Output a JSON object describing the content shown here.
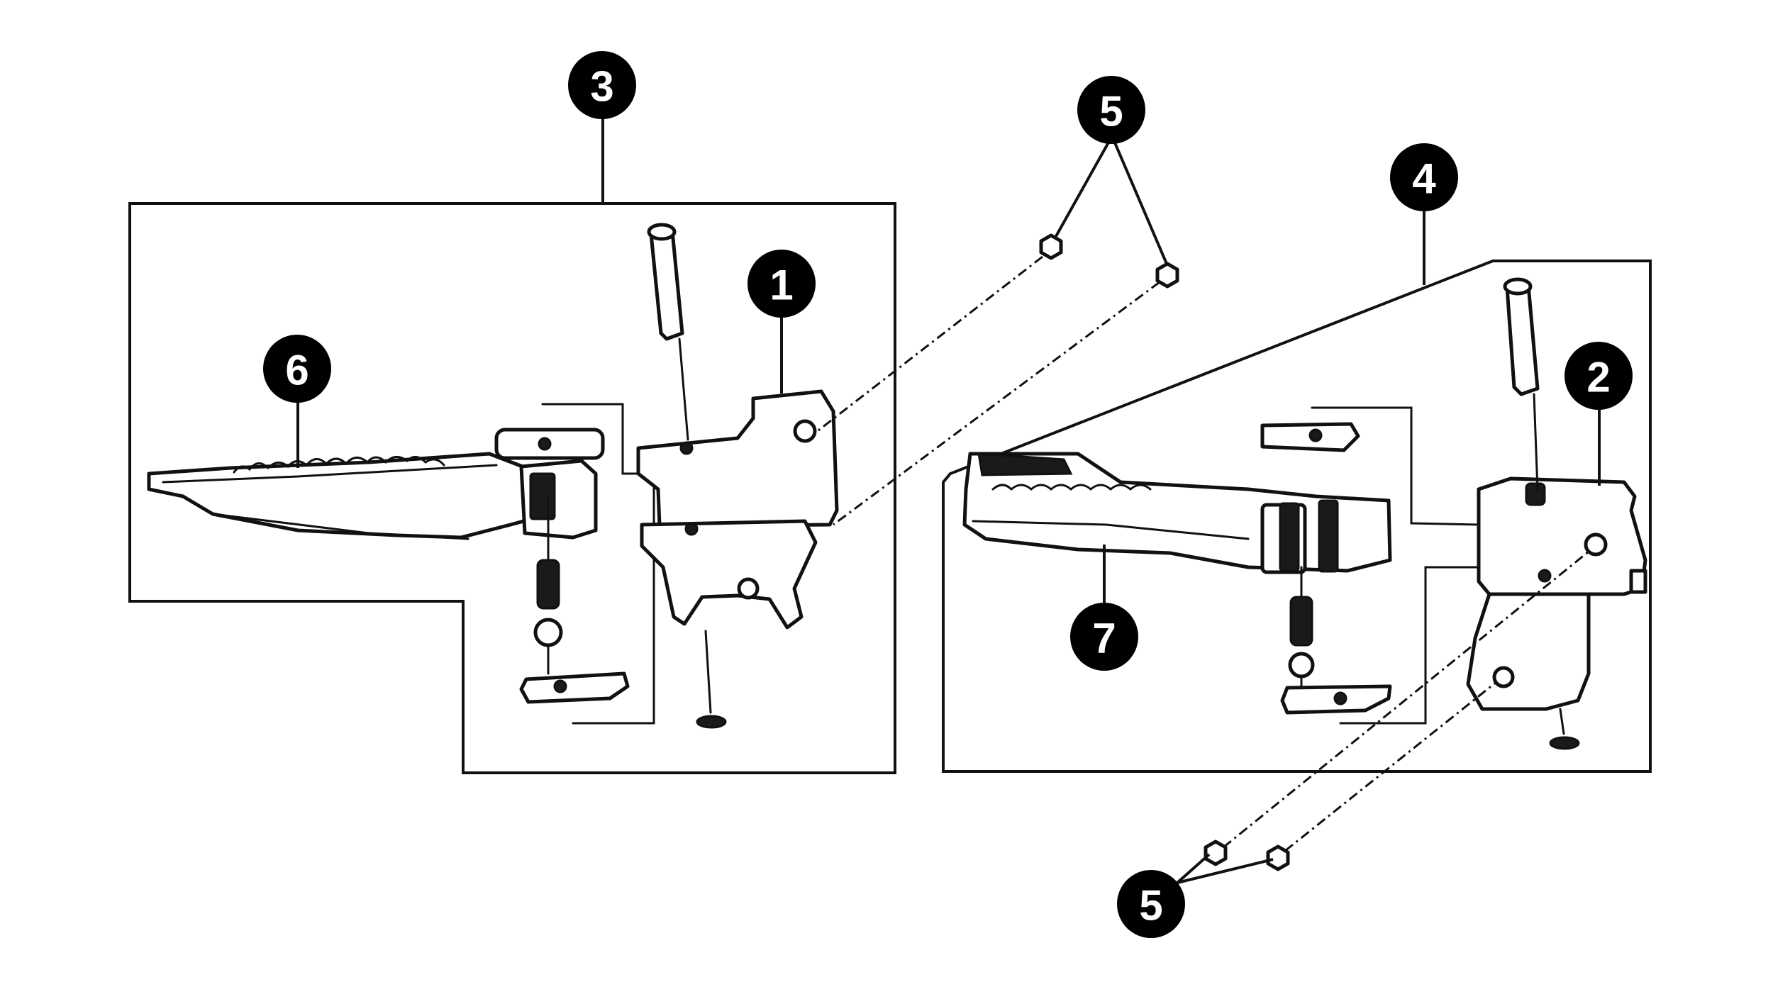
{
  "callouts": {
    "c1": "1",
    "c2": "2",
    "c3": "3",
    "c4": "4",
    "c5_top": "5",
    "c5_bottom": "5",
    "c6": "6",
    "c7": "7"
  },
  "colors": {
    "ink": "#111111",
    "background": "#ffffff",
    "callout_fill": "#000000",
    "callout_text": "#ffffff"
  }
}
